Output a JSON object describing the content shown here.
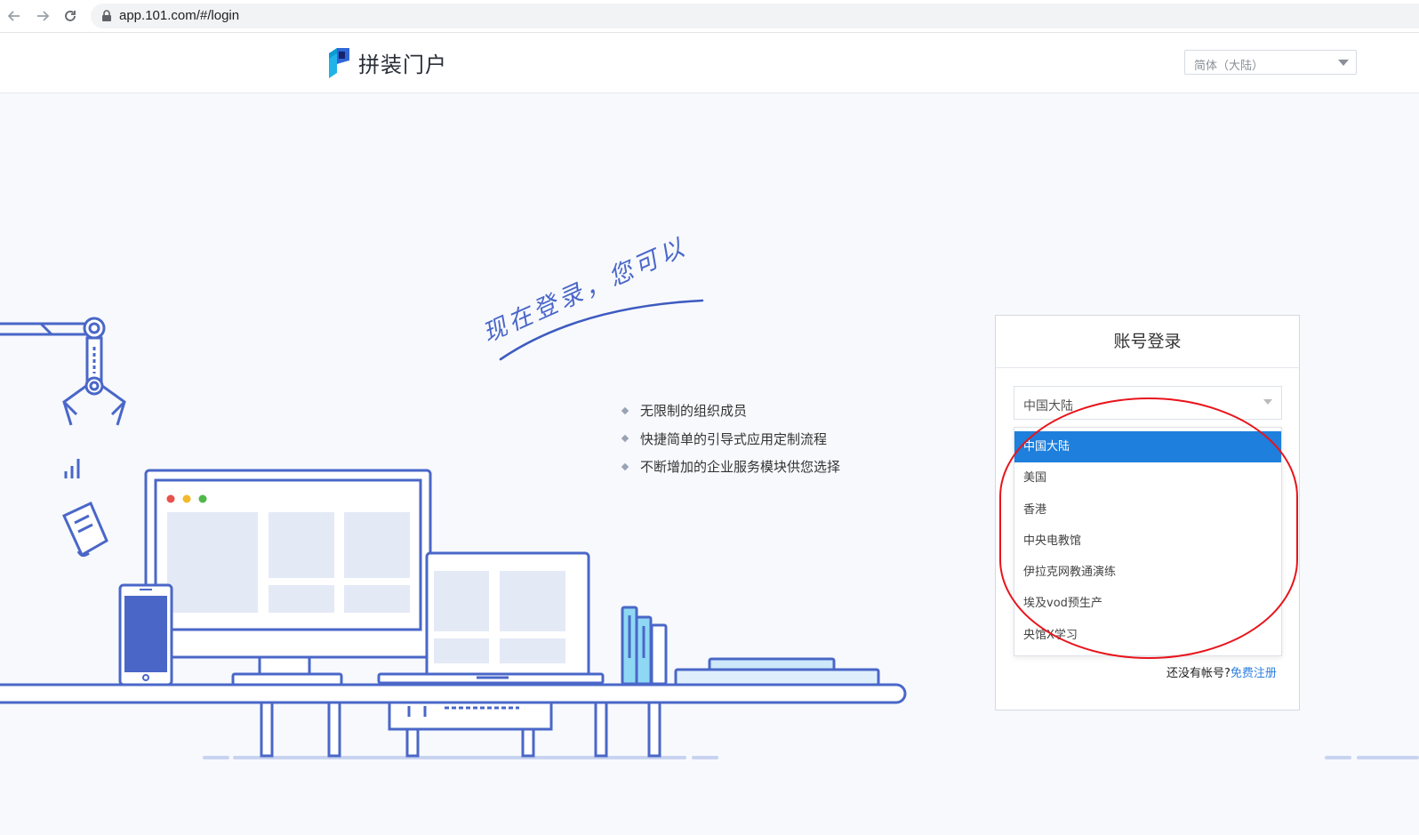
{
  "browser": {
    "url": "app.101.com/#/login"
  },
  "header": {
    "logo_text": "拼装门户",
    "language_select": {
      "value": "简体（大陆）"
    }
  },
  "hero": {
    "handwritten_title": "现在登录，您可以",
    "bullets": [
      "无限制的组织成员",
      "快捷简单的引导式应用定制流程",
      "不断增加的企业服务模块供您选择"
    ]
  },
  "login": {
    "title": "账号登录",
    "region_select": {
      "value": "中国大陆",
      "options": [
        "中国大陆",
        "美国",
        "香港",
        "中央电教馆",
        "伊拉克网教通演练",
        "埃及vod预生产",
        "央馆X学习"
      ],
      "selected_index": 0
    },
    "register_prompt": "还没有帐号?",
    "register_link": "免费注册"
  },
  "colors": {
    "accent": "#1e7fdc",
    "illustration_blue": "#4a67c8",
    "annotation_red": "#e8141c"
  }
}
